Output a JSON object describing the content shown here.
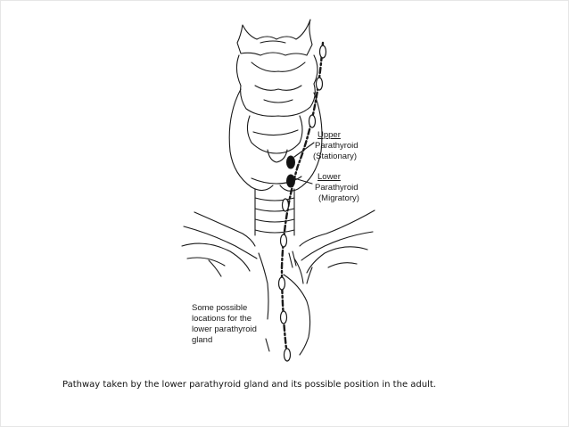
{
  "labels": {
    "upper_title": "Upper",
    "upper_name": "Parathyroid",
    "upper_note": "(Stationary)",
    "lower_title": "Lower",
    "lower_name": "Parathyroid",
    "lower_note": "(Migratory)",
    "some_locations": [
      "Some possible",
      "locations for the",
      "lower parathyroid",
      "gland"
    ]
  },
  "caption": "Pathway taken by the lower parathyroid gland and its possible position in the adult.",
  "colors": {
    "ink": "#1a1a1a",
    "background": "#ffffff"
  }
}
